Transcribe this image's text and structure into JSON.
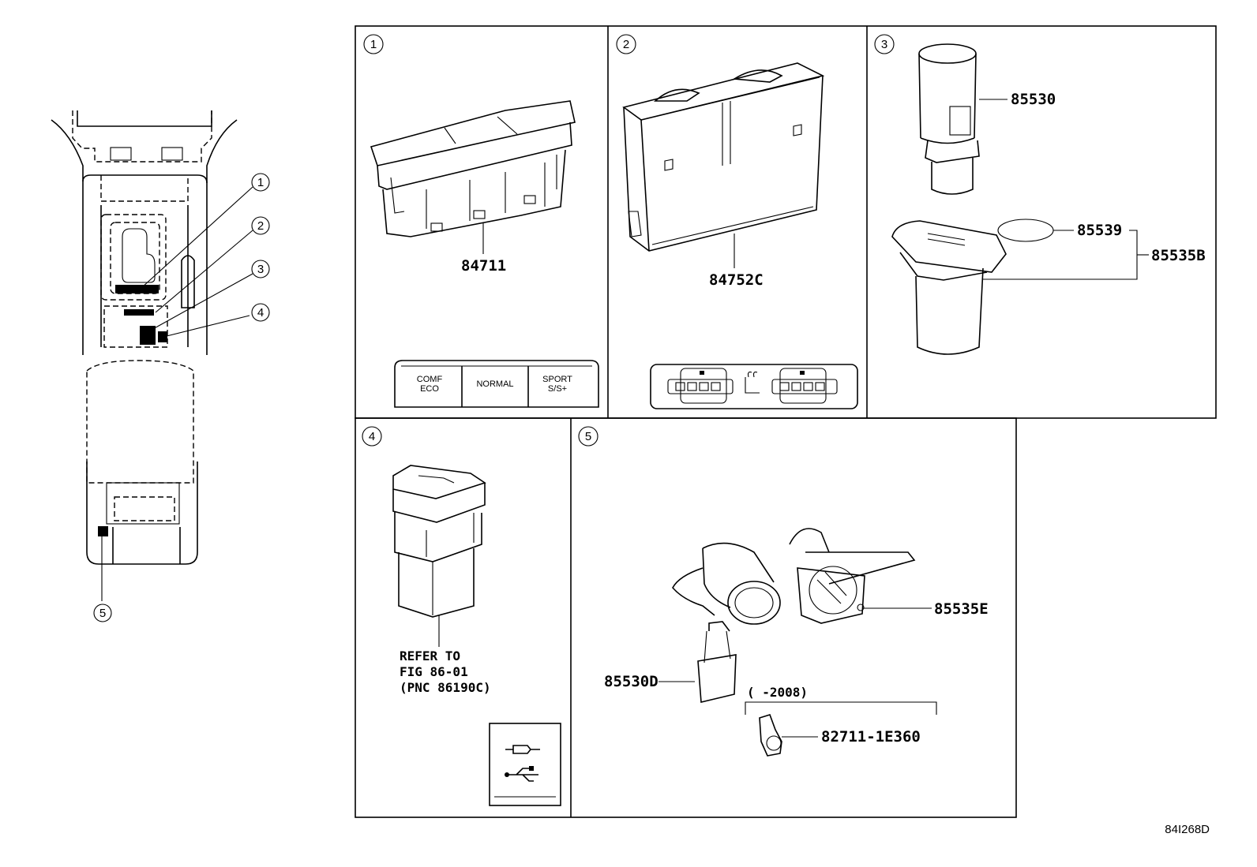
{
  "locator": {
    "callouts": [
      "1",
      "2",
      "3",
      "4",
      "5"
    ]
  },
  "panels": [
    {
      "id": "1",
      "number": "1",
      "part": "84711",
      "switch_labels": [
        "COMF\nECO",
        "NORMAL",
        "SPORT\nS/S+"
      ]
    },
    {
      "id": "2",
      "number": "2",
      "part": "84752C"
    },
    {
      "id": "3",
      "number": "3",
      "parts": [
        "85530",
        "85539",
        "85535B"
      ]
    },
    {
      "id": "4",
      "number": "4",
      "note": [
        "REFER TO",
        "FIG 86-01",
        "(PNC 86190C)"
      ]
    },
    {
      "id": "5",
      "number": "5",
      "parts": [
        "85535E",
        "85530D",
        "82711-1E360"
      ],
      "date_range": "(      -2008)"
    }
  ],
  "figure_code": "84I268D"
}
